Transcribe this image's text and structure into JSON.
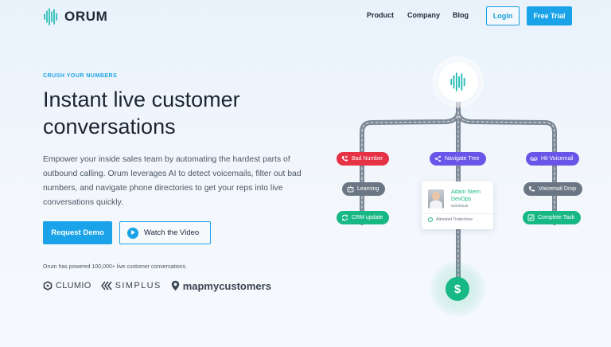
{
  "nav": {
    "brand": "ORUM",
    "links": [
      "Product",
      "Company",
      "Blog"
    ],
    "login": "Login",
    "trial": "Free Trial"
  },
  "hero": {
    "eyebrow": "CRUSH YOUR NUMBERS",
    "headline_line1": "Instant live customer",
    "headline_line2": "conversations",
    "description": "Empower your inside sales team by automating the hardest parts of outbound calling. Orum leverages AI to detect voicemails, filter out bad numbers, and navigate phone directories to get your reps into live conversations quickly.",
    "cta_primary": "Request Demo",
    "cta_secondary": "Watch the Video",
    "powered": "Orum has powered 100,000+ live customer conversations.",
    "clients": [
      "CLUMIO",
      "SIMPLUS",
      "mapmycustomers"
    ]
  },
  "diagram": {
    "left": [
      {
        "label": "Bad Number",
        "icon": "phone-x-icon",
        "color": "#e63245"
      },
      {
        "label": "Learning",
        "icon": "robot-icon",
        "color": "#6b7685"
      },
      {
        "label": "CRM update",
        "icon": "sync-icon",
        "color": "#18b884"
      }
    ],
    "center": [
      {
        "label": "Navigate Tree",
        "icon": "tree-icon",
        "color": "#6a55e8"
      }
    ],
    "right": [
      {
        "label": "Hit Voicemail",
        "icon": "voicemail-icon",
        "color": "#6a55e8"
      },
      {
        "label": "Voicemail Drop",
        "icon": "phone-drop-icon",
        "color": "#6b7685"
      },
      {
        "label": "Complete Task",
        "icon": "checkbox-icon",
        "color": "#18b884"
      }
    ],
    "contact": {
      "name": "Adam Stern",
      "role": "DevOps",
      "company": "GOOGLE",
      "note": "Attended Tradeshow"
    },
    "goal_symbol": "$"
  },
  "colors": {
    "accent": "#1aa3e8",
    "teal": "#18b884",
    "red": "#e63245",
    "purple": "#6a55e8",
    "gray": "#6b7685"
  }
}
